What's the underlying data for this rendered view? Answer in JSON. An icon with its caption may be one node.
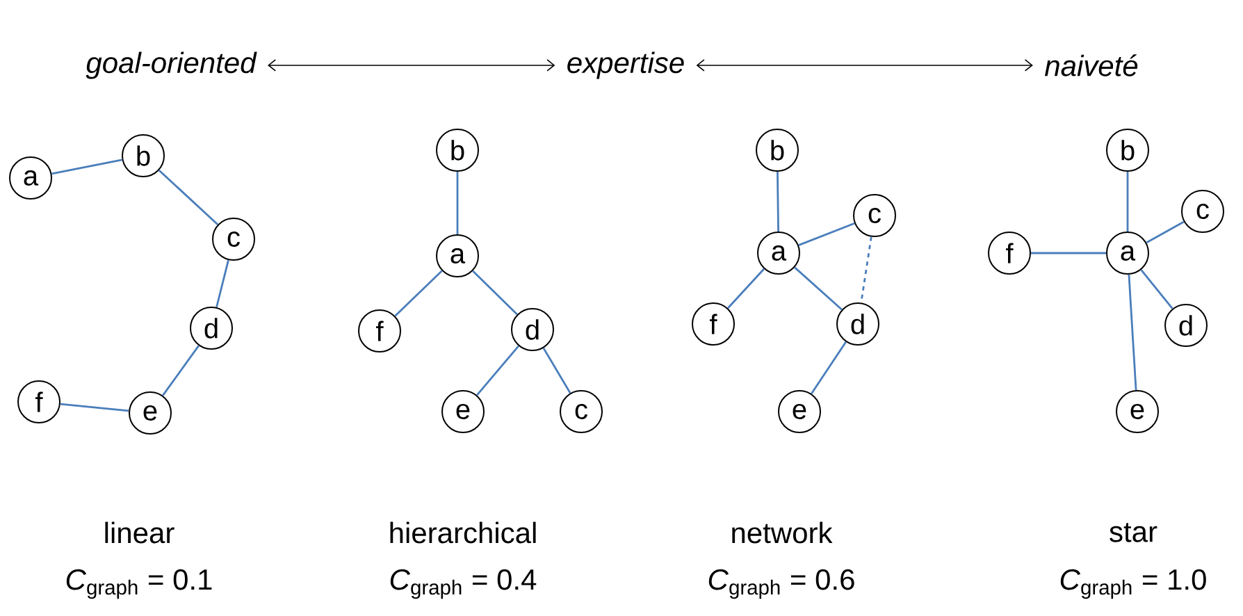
{
  "diagram": {
    "nodes": [
      {
        "text": [
          "goal-oriented"
        ]
      },
      {
        "text": [
          "expertise"
        ]
      },
      {
        "text": [
          "naiveté"
        ]
      },
      {
        "text": [
          "a"
        ]
      },
      {
        "text": [
          "b"
        ]
      },
      {
        "text": [
          "c"
        ]
      },
      {
        "text": [
          "d"
        ]
      },
      {
        "text": [
          "e"
        ]
      },
      {
        "text": [
          "f"
        ]
      },
      {
        "text": [
          "b"
        ]
      },
      {
        "text": [
          "a"
        ]
      },
      {
        "text": [
          "f"
        ]
      },
      {
        "text": [
          "d"
        ]
      },
      {
        "text": [
          "e"
        ]
      },
      {
        "text": [
          "c"
        ]
      },
      {
        "text": [
          "b"
        ]
      },
      {
        "text": [
          "c"
        ]
      },
      {
        "text": [
          "a"
        ]
      },
      {
        "text": [
          "f"
        ]
      },
      {
        "text": [
          "d"
        ]
      },
      {
        "text": [
          "e"
        ]
      },
      {
        "text": [
          "b"
        ]
      },
      {
        "text": [
          "c"
        ]
      },
      {
        "text": [
          "f"
        ]
      },
      {
        "text": [
          "a"
        ]
      },
      {
        "text": [
          "d"
        ]
      },
      {
        "text": [
          "e"
        ]
      }
    ],
    "edges": [
      {
        "from": 0,
        "to": 1,
        "arrow": "both",
        "color": "#000000"
      },
      {
        "from": 1,
        "to": 2,
        "arrow": "both",
        "color": "#000000"
      },
      {
        "from": 3,
        "to": 4,
        "arrow": "none"
      },
      {
        "from": 4,
        "to": 5,
        "arrow": "none"
      },
      {
        "from": 5,
        "to": 6,
        "arrow": "none"
      },
      {
        "from": 6,
        "to": 7,
        "arrow": "none"
      },
      {
        "from": 7,
        "to": 8,
        "arrow": "none"
      },
      {
        "from": 9,
        "to": 10,
        "arrow": "none"
      },
      {
        "from": 10,
        "to": 11,
        "arrow": "none"
      },
      {
        "from": 10,
        "to": 12,
        "arrow": "none"
      },
      {
        "from": 12,
        "to": 13,
        "arrow": "none"
      },
      {
        "from": 12,
        "to": 14,
        "arrow": "none"
      },
      {
        "from": 15,
        "to": 17,
        "arrow": "none"
      },
      {
        "from": 17,
        "to": 16,
        "arrow": "none"
      },
      {
        "from": 17,
        "to": 18,
        "arrow": "none"
      },
      {
        "from": 17,
        "to": 19,
        "arrow": "none"
      },
      {
        "from": 16,
        "to": 19,
        "arrow": "none",
        "style": "dashed"
      },
      {
        "from": 19,
        "to": 20,
        "arrow": "none"
      },
      {
        "from": 24,
        "to": 21,
        "arrow": "none"
      },
      {
        "from": 24,
        "to": 22,
        "arrow": "none"
      },
      {
        "from": 24,
        "to": 23,
        "arrow": "none"
      },
      {
        "from": 24,
        "to": 25,
        "arrow": "none"
      },
      {
        "from": 24,
        "to": 26,
        "arrow": "none"
      }
    ],
    "labels": [
      "linear",
      "hierarchical",
      "network",
      "star",
      "*C*$_{graph}$ = 0.1",
      "*C*$_{graph}$ = 0.4",
      "*C*$_{graph}$ = 0.6",
      "*C*$_{graph}$ = 1.0"
    ]
  }
}
